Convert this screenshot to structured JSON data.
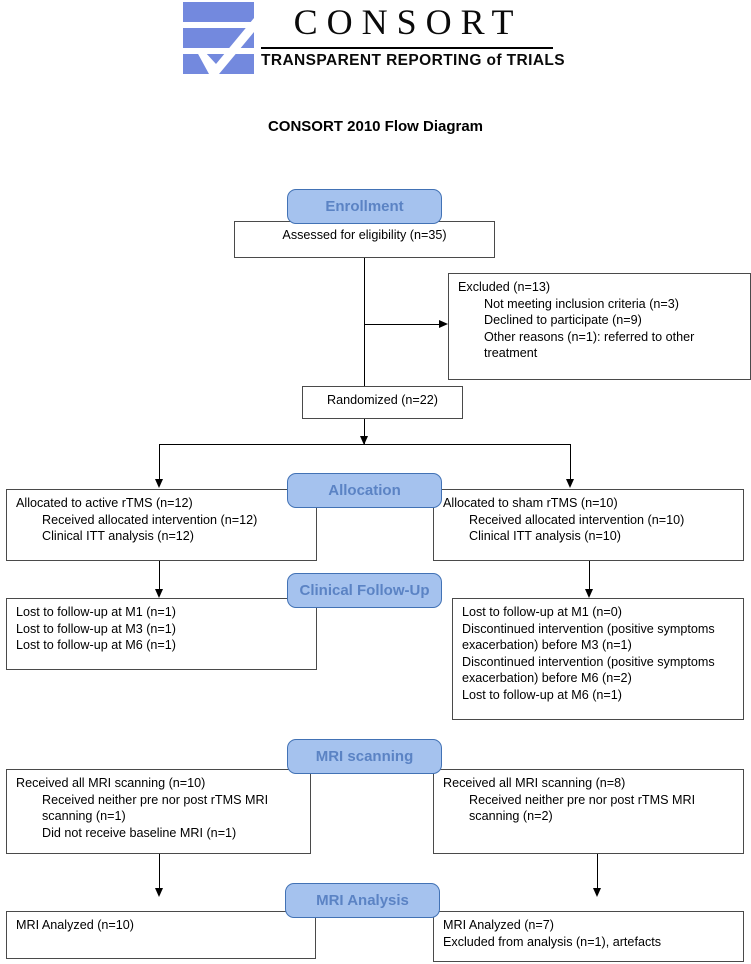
{
  "logo": {
    "wordmark": "CONSORT",
    "tagline": "TRANSPARENT REPORTING of TRIALS",
    "mark_color": "#7389DE"
  },
  "title": "CONSORT 2010 Flow Diagram",
  "theme": {
    "pill_fill": "#A5C2EE",
    "pill_border": "#4272B5",
    "pill_text": "#5B83C4",
    "box_border": "#4a4a4a",
    "connector": "#000000"
  },
  "stages": {
    "enrollment": "Enrollment",
    "allocation": "Allocation",
    "clinical_followup": "Clinical Follow-Up",
    "mri_scanning": "MRI scanning",
    "mri_analysis": "MRI Analysis"
  },
  "enrollment": {
    "assessed": "Assessed for eligibility (n=35)",
    "excluded": {
      "heading": "Excluded (n=13)",
      "reasons": [
        "Not meeting inclusion criteria (n=3)",
        "Declined to participate (n=9)",
        "Other reasons (n=1): referred to other treatment"
      ]
    },
    "randomized": "Randomized (n=22)"
  },
  "allocation": {
    "left": {
      "heading": "Allocated to active rTMS (n=12)",
      "items": [
        "Received allocated intervention (n=12)",
        "Clinical ITT analysis (n=12)"
      ]
    },
    "right": {
      "heading": "Allocated to sham rTMS (n=10)",
      "items": [
        "Received allocated intervention (n=10)",
        "Clinical ITT analysis (n=10)"
      ]
    }
  },
  "followup": {
    "left": {
      "items": [
        "Lost to follow-up at M1 (n=1)",
        "Lost to follow-up at M3 (n=1)",
        "Lost to follow-up at M6 (n=1)"
      ]
    },
    "right": {
      "items": [
        "Lost to follow-up at M1 (n=0)",
        "Discontinued intervention (positive symptoms exacerbation) before M3 (n=1)",
        "Discontinued intervention (positive symptoms exacerbation) before M6 (n=2)",
        "Lost to follow-up at M6 (n=1)"
      ]
    }
  },
  "mri_scanning": {
    "left": {
      "heading": "Received all MRI scanning (n=10)",
      "items": [
        "Received neither pre nor post rTMS MRI scanning (n=1)",
        "Did not receive baseline MRI (n=1)"
      ]
    },
    "right": {
      "heading": "Received all MRI scanning (n=8)",
      "items": [
        "Received neither pre nor post rTMS MRI scanning (n=2)"
      ]
    }
  },
  "mri_analysis": {
    "left": {
      "items": [
        "MRI Analyzed (n=10)"
      ]
    },
    "right": {
      "items": [
        "MRI Analyzed (n=7)",
        "Excluded from analysis (n=1), artefacts"
      ]
    }
  }
}
